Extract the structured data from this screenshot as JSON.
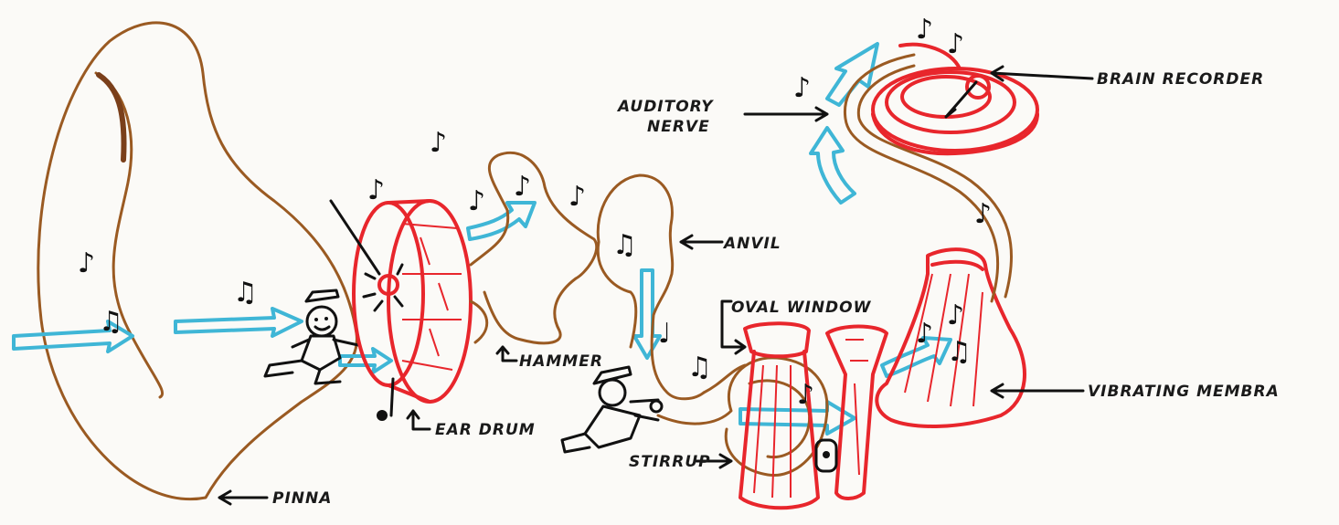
{
  "labels": {
    "pinna": "PINNA",
    "ear_drum": "EAR DRUM",
    "hammer": "HAMMER",
    "anvil": "ANVIL",
    "stirrup": "STIRRUP",
    "oval_window": "OVAL WINDOW",
    "auditory_nerve_line1": "AUDITORY",
    "auditory_nerve_line2": "NERVE",
    "brain_recorder": "BRAIN RECORDER",
    "vibrating_membrane": "VIBRATING MEMBRA"
  },
  "colors": {
    "outer_ear": "#9a5a22",
    "inner_parts": "#e8262c",
    "sound_arrows": "#3fb6d6",
    "ink": "#111111",
    "paper": "#fbfaf7"
  },
  "icons": {
    "music_note": "eighth-note",
    "double_note": "beamed-notes"
  }
}
